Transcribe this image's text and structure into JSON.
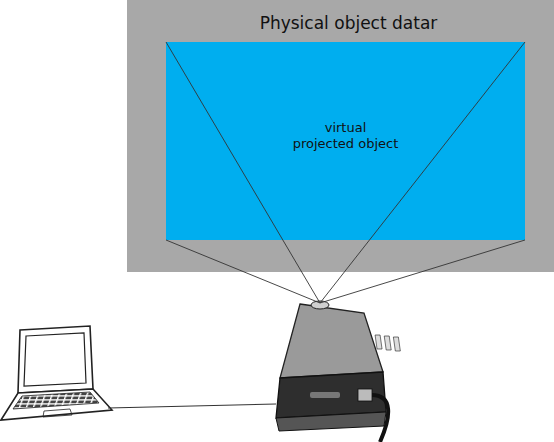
{
  "diagram": {
    "nodes": [
      {
        "text": [
          "Physical object datar"
        ]
      },
      {
        "text": [
          "virtual projected object"
        ],
        "in": 0
      }
    ]
  }
}
